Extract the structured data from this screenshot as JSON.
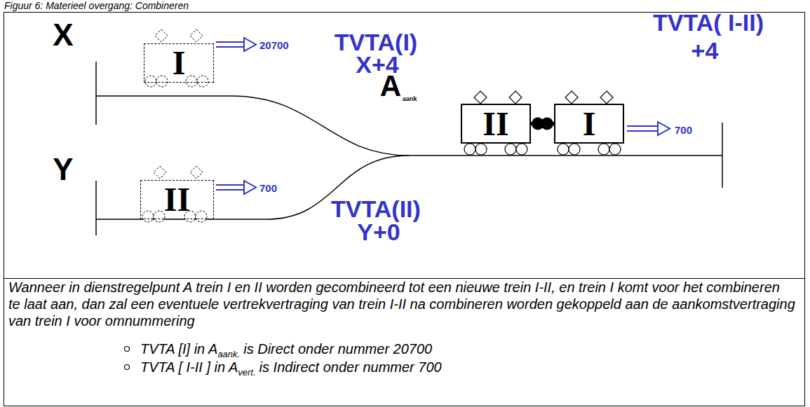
{
  "diagram": {
    "title": "Figuur 6: Materieel overgang: Combineren",
    "caption": "Wanneer in dienstregelpunt A trein I en II worden gecombineerd tot een nieuwe trein I-II, en trein I komt voor het combineren te laat aan, dan zal een eventuele vertrekvertraging van trein I-II na combineren worden gekoppeld aan de aankomstvertraging van trein I voor omnummering",
    "nodes": [
      {
        "text": [
          "I"
        ]
      },
      {
        "text": [
          "II"
        ]
      },
      {
        "text": [
          "II"
        ]
      },
      {
        "text": [
          "I"
        ]
      }
    ],
    "edges": [
      {
        "from": 2,
        "to": 3,
        "arrow": "none"
      }
    ],
    "labels": [
      "X",
      "20700",
      "Y",
      "700",
      "TVTA(I)",
      "X+4",
      "A",
      "aank",
      "TVTA(II)",
      "Y+0",
      "TVTA( I-II)",
      "+4",
      "700",
      "TVTA [I] in A",
      "aank.",
      "is Direct onder nummer 20700",
      "TVTA [ I-II ] in A",
      "vert.",
      "is Indirect onder nummer 700"
    ]
  }
}
